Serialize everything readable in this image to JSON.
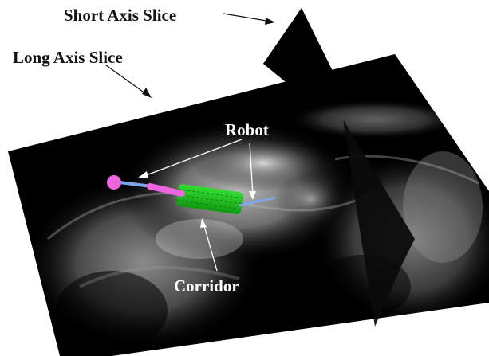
{
  "labels": {
    "short_axis": "Short Axis Slice",
    "long_axis": "Long Axis Slice",
    "robot": "Robot",
    "corridor": "Corridor"
  },
  "colors": {
    "background": "#ffffff",
    "slice": "#000000",
    "robot_tip": "#ee66dd",
    "robot_rod": "#7fa7ee",
    "corridor": "#22cc22",
    "annotation_dark": "#111111",
    "annotation_light": "#ffffff"
  }
}
